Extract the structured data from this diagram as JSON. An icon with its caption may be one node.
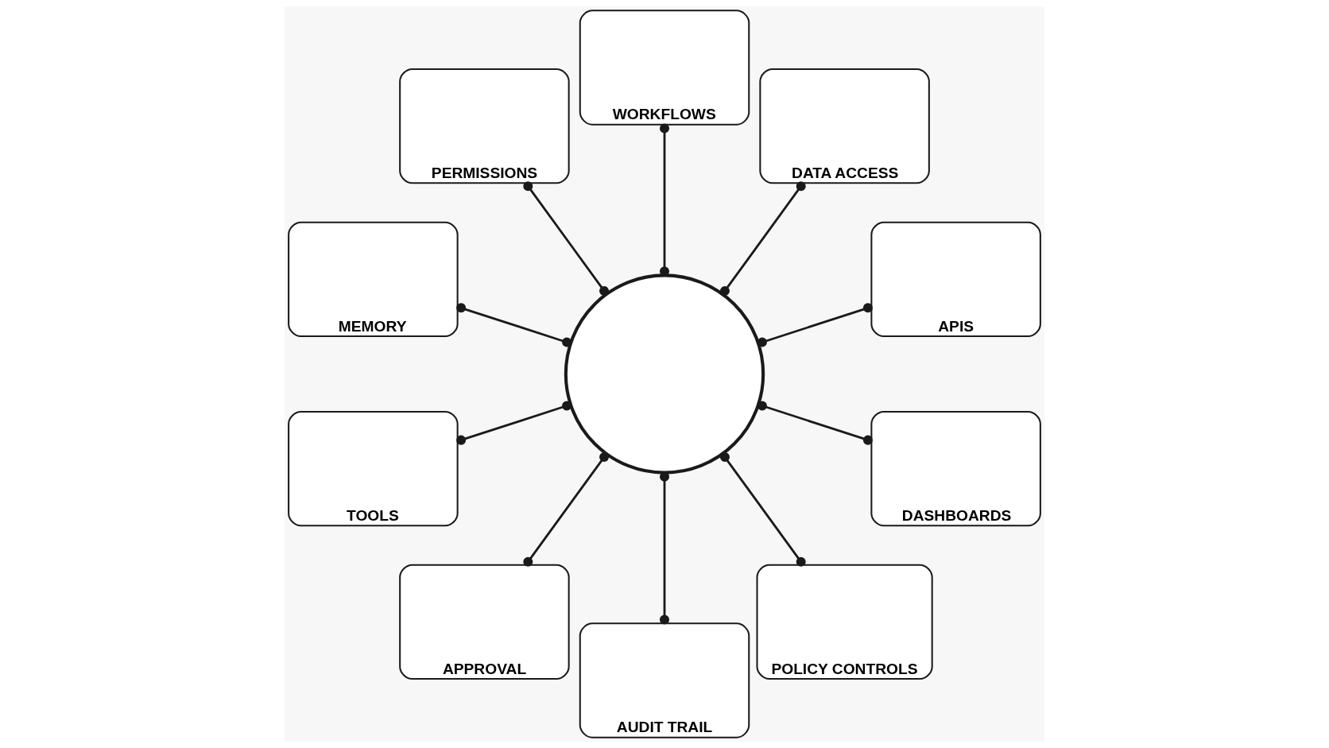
{
  "diagram": {
    "nodes": [
      {
        "text": [
          "WORKFLOWS"
        ]
      },
      {
        "text": [
          "PERMISSIONS"
        ]
      },
      {
        "text": [
          "DATA ACCESS"
        ]
      },
      {
        "text": [],
        "shape": "circle"
      },
      {
        "text": [
          "MEMORY"
        ]
      },
      {
        "text": [
          "APIS"
        ]
      },
      {
        "text": [
          "TOOLS"
        ]
      },
      {
        "text": [
          "DASHBOARDS"
        ]
      },
      {
        "text": [
          "APPROVAL"
        ]
      },
      {
        "text": [
          "AUDIT TRAIL"
        ]
      },
      {
        "text": [
          "POLICY CONTROLS"
        ]
      }
    ],
    "edges": [
      {
        "from": 3,
        "to": 5,
        "arrow": "other"
      },
      {
        "from": 3,
        "to": 2,
        "arrow": "other"
      },
      {
        "from": 3,
        "to": 0,
        "arrow": "other"
      },
      {
        "from": 3,
        "to": 1,
        "arrow": "other"
      },
      {
        "from": 3,
        "to": 4,
        "arrow": "other"
      },
      {
        "from": 3,
        "to": 6,
        "arrow": "other"
      },
      {
        "from": 3,
        "to": 8,
        "arrow": "other"
      },
      {
        "from": 3,
        "to": 9,
        "arrow": "other"
      },
      {
        "from": 3,
        "to": 10,
        "arrow": "other"
      },
      {
        "from": 3,
        "to": 7,
        "arrow": "other"
      }
    ]
  }
}
